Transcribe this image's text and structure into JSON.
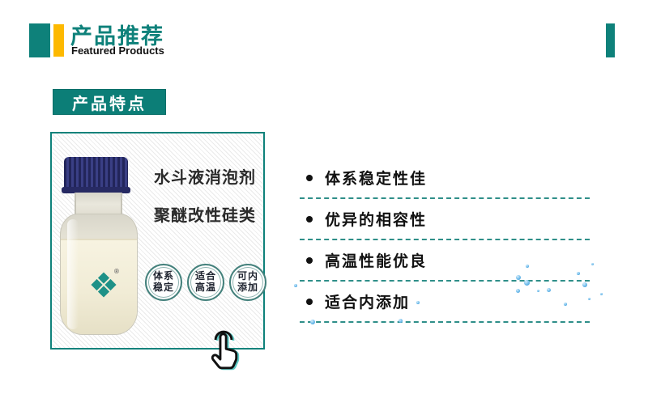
{
  "header": {
    "title": "产品推荐",
    "subtitle": "Featured Products"
  },
  "section": {
    "title": "产品特点"
  },
  "product_card": {
    "title_line1": "水斗液消泡剂",
    "title_line2": "聚醚改性硅类",
    "registered_mark": "®",
    "badges": [
      {
        "line1": "体系",
        "line2": "稳定"
      },
      {
        "line1": "适合",
        "line2": "高温"
      },
      {
        "line1": "可内",
        "line2": "添加"
      }
    ]
  },
  "features": {
    "items": [
      {
        "label": "体系稳定性佳"
      },
      {
        "label": "优异的相容性"
      },
      {
        "label": "高温性能优良"
      },
      {
        "label": "适合内添加"
      }
    ]
  },
  "icons": {
    "hand_click": "hand-click-icon",
    "water_drop": "water-drop-icon"
  },
  "colors": {
    "teal": "#0E817A",
    "yellow": "#FDB900",
    "dark_text": "#111111",
    "dashed_line": "#2F8F89",
    "cap_navy": "#2B2E6E",
    "drop_blue": "#2F94D7"
  }
}
